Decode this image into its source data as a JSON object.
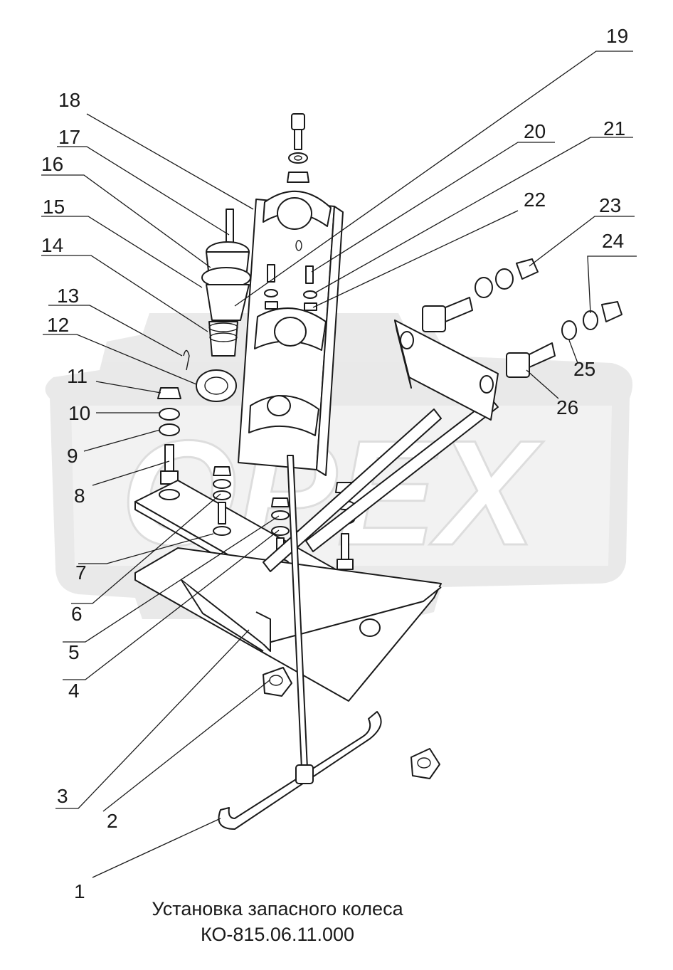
{
  "title": {
    "line1": "Установка запасного колеса",
    "line2": "КО-815.06.11.000"
  },
  "watermark": {
    "text": "ОРЕХ",
    "color": "#cfcfcf"
  },
  "callouts": [
    "1",
    "2",
    "3",
    "4",
    "5",
    "6",
    "7",
    "8",
    "9",
    "10",
    "11",
    "12",
    "13",
    "14",
    "15",
    "16",
    "17",
    "18",
    "19",
    "20",
    "21",
    "22",
    "23",
    "24",
    "25",
    "26"
  ],
  "colors": {
    "line": "#1a1a1a",
    "watermark": "#cfcfcf",
    "background": "#ffffff"
  }
}
